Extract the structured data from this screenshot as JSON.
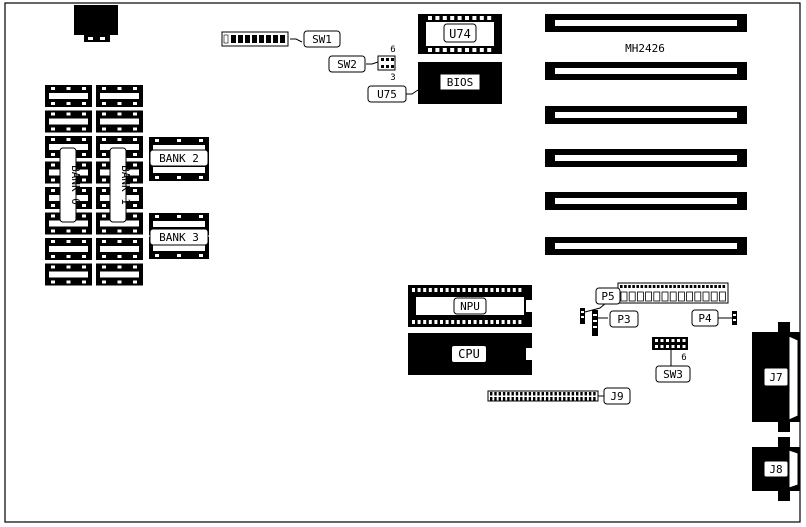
{
  "board": {
    "model": "MH2426"
  },
  "labels": {
    "sw1": "SW1",
    "sw2": "SW2",
    "sw2_pin_top": "6",
    "sw2_pin_bottom": "3",
    "u74": "U74",
    "u75": "U75",
    "bios": "BIOS",
    "bank0": "BANK 0",
    "bank1": "BANK 1",
    "bank2": "BANK 2",
    "bank3": "BANK 3",
    "npu": "NPU",
    "cpu": "CPU",
    "p3": "P3",
    "p4": "P4",
    "p5": "P5",
    "sw3": "SW3",
    "sw3_pin": "6",
    "j7": "J7",
    "j8": "J8",
    "j9": "J9"
  },
  "expansion_slots": 6
}
